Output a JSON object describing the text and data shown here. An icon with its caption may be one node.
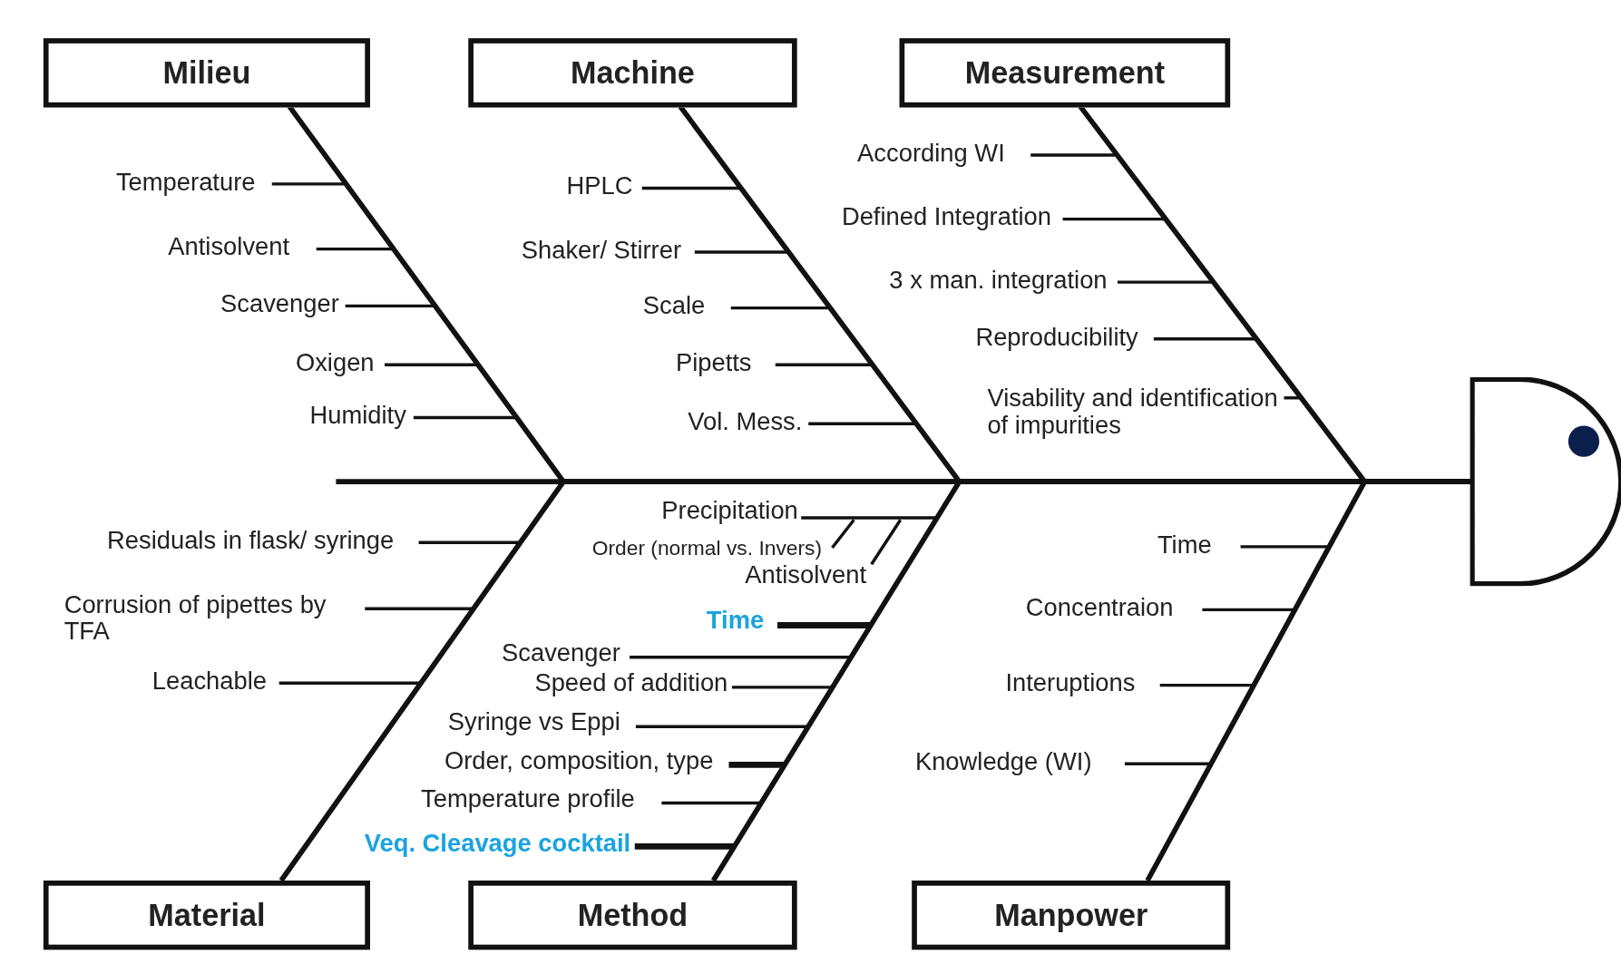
{
  "diagram": {
    "nodes": [
      {
        "text": [
          "Milieu"
        ]
      },
      {
        "text": [
          "Machine"
        ]
      },
      {
        "text": [
          "Measurement"
        ]
      },
      {
        "text": [
          "Temperature"
        ]
      },
      {
        "text": [
          "Antisolvent"
        ]
      },
      {
        "text": [
          "Scavenger"
        ]
      },
      {
        "text": [
          "Oxigen"
        ]
      },
      {
        "text": [
          "Humidity"
        ]
      },
      {
        "text": [
          "HPLC"
        ]
      },
      {
        "text": [
          "Shaker/ Stirrer"
        ]
      },
      {
        "text": [
          "Scale"
        ]
      },
      {
        "text": [
          "Pipetts"
        ]
      },
      {
        "text": [
          "Vol. Mess."
        ]
      },
      {
        "text": [
          "According WI"
        ]
      },
      {
        "text": [
          "Defined Integration"
        ]
      },
      {
        "text": [
          "3 x man. integration"
        ]
      },
      {
        "text": [
          "Reproducibility"
        ]
      },
      {
        "text": [
          "Visability and identification of impurities"
        ]
      },
      {
        "text": [],
        "shape": "box"
      },
      {
        "text": [
          "Residuals in flask/ syringe"
        ]
      },
      {
        "text": [
          "Corrusion of pipettes by TFA"
        ]
      },
      {
        "text": [
          "Leachable"
        ]
      },
      {
        "text": [
          "Precipitation"
        ]
      },
      {
        "text": [
          "Order (normal vs. Invers)"
        ]
      },
      {
        "text": [
          "Antisolvent"
        ]
      },
      {
        "text": [
          "Time"
        ]
      },
      {
        "text": [
          "Scavenger"
        ]
      },
      {
        "text": [
          "Speed of addition"
        ]
      },
      {
        "text": [
          "Syringe vs Eppi"
        ]
      },
      {
        "text": [
          "Order, composition, type"
        ]
      },
      {
        "text": [
          "Temperature profile"
        ]
      },
      {
        "text": [
          "Veq. Cleavage cocktail"
        ]
      },
      {
        "text": [
          "Time"
        ]
      },
      {
        "text": [
          "Concentraion"
        ]
      },
      {
        "text": [
          "Interuptions"
        ]
      },
      {
        "text": [
          "Knowledge (WI)"
        ]
      },
      {
        "text": [
          "Material"
        ]
      },
      {
        "text": [
          "Method"
        ]
      },
      {
        "text": [
          "Manpower"
        ]
      }
    ],
    "edges": [
      {
        "from": 0,
        "to": 18,
        "arrow": "none"
      },
      {
        "from": 1,
        "to": 18,
        "arrow": "none"
      },
      {
        "from": 2,
        "to": 18,
        "arrow": "none"
      },
      {
        "from": 36,
        "to": 18,
        "arrow": "none"
      },
      {
        "from": 37,
        "to": 18,
        "arrow": "none"
      },
      {
        "from": 38,
        "to": 18,
        "arrow": "none"
      },
      {
        "from": 3,
        "to": null,
        "arrow": "none"
      },
      {
        "from": 4,
        "to": null,
        "arrow": "none"
      },
      {
        "from": 5,
        "to": null,
        "arrow": "none"
      },
      {
        "from": 6,
        "to": null,
        "arrow": "none"
      },
      {
        "from": 7,
        "to": null,
        "arrow": "none"
      },
      {
        "from": 8,
        "to": null,
        "arrow": "none"
      },
      {
        "from": 9,
        "to": null,
        "arrow": "none"
      },
      {
        "from": 10,
        "to": null,
        "arrow": "none"
      },
      {
        "from": 11,
        "to": null,
        "arrow": "none"
      },
      {
        "from": 12,
        "to": null,
        "arrow": "none"
      },
      {
        "from": 13,
        "to": null,
        "arrow": "none"
      },
      {
        "from": 14,
        "to": null,
        "arrow": "none"
      },
      {
        "from": 15,
        "to": null,
        "arrow": "none"
      },
      {
        "from": 16,
        "to": null,
        "arrow": "none"
      },
      {
        "from": 17,
        "to": null,
        "arrow": "none"
      },
      {
        "from": 19,
        "to": null,
        "arrow": "none"
      },
      {
        "from": 20,
        "to": null,
        "arrow": "none"
      },
      {
        "from": 21,
        "to": null,
        "arrow": "none"
      },
      {
        "from": 22,
        "to": null,
        "arrow": "none"
      },
      {
        "from": 23,
        "to": null,
        "arrow": "none"
      },
      {
        "from": 24,
        "to": null,
        "arrow": "none"
      },
      {
        "from": 25,
        "to": null,
        "arrow": "none",
        "style": "thick"
      },
      {
        "from": 26,
        "to": null,
        "arrow": "none"
      },
      {
        "from": 27,
        "to": null,
        "arrow": "none"
      },
      {
        "from": 28,
        "to": null,
        "arrow": "none"
      },
      {
        "from": 29,
        "to": null,
        "arrow": "none",
        "style": "thick"
      },
      {
        "from": 30,
        "to": null,
        "arrow": "none"
      },
      {
        "from": 31,
        "to": null,
        "arrow": "none",
        "style": "thick"
      },
      {
        "from": 32,
        "to": null,
        "arrow": "none"
      },
      {
        "from": 33,
        "to": null,
        "arrow": "none"
      },
      {
        "from": 34,
        "to": null,
        "arrow": "none"
      },
      {
        "from": 35,
        "to": null,
        "arrow": "none"
      }
    ]
  }
}
